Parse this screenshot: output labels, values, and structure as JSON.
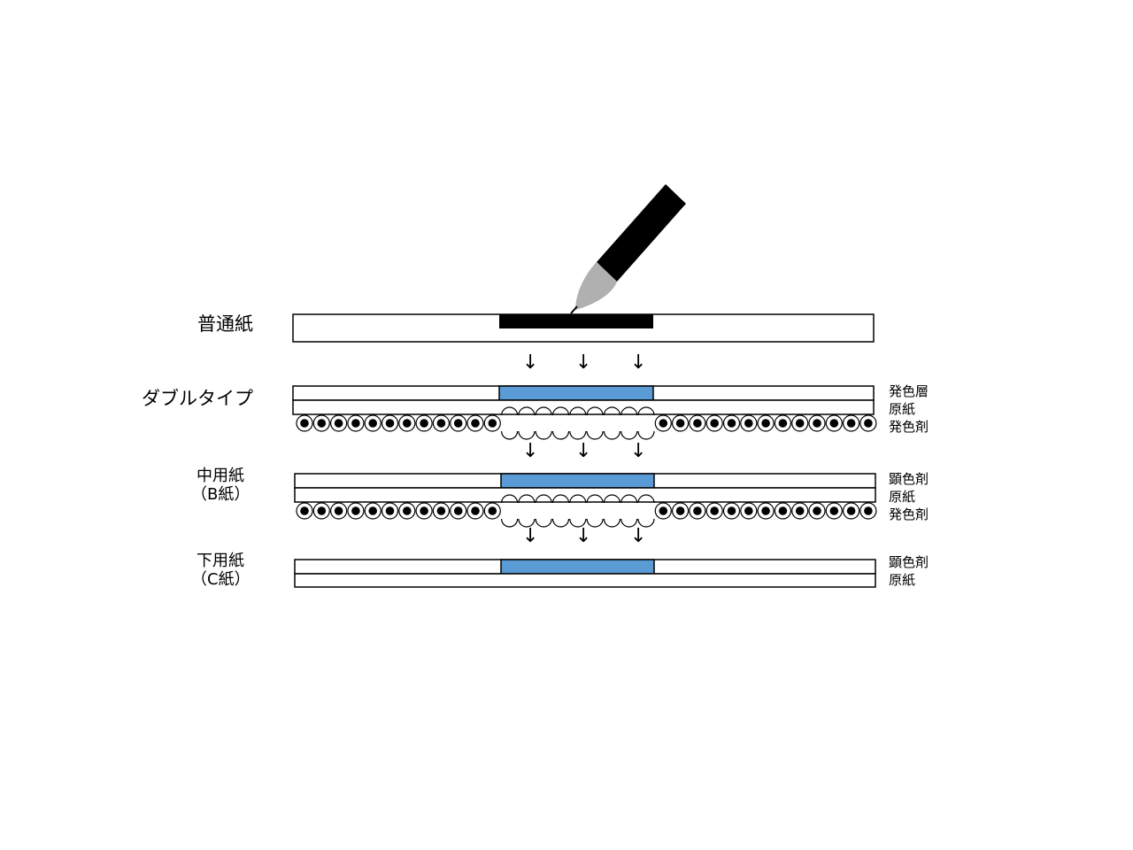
{
  "rows": [
    {
      "name": "plain-paper",
      "label": "普通紙"
    },
    {
      "name": "double-type",
      "label": "ダブルタイプ"
    },
    {
      "name": "middle-paper",
      "label_line1": "中用紙",
      "label_line2": "（B紙）"
    },
    {
      "name": "bottom-paper",
      "label_line1": "下用紙",
      "label_line2": "（C紙）"
    }
  ],
  "layer_labels": {
    "double_type": [
      "発色層",
      "原紙",
      "発色剤"
    ],
    "middle_paper": [
      "顕色剤",
      "原紙",
      "発色剤"
    ],
    "bottom_paper": [
      "顕色剤",
      "原紙"
    ]
  },
  "arrow_glyph": "↓",
  "colors": {
    "ink": "#000000",
    "color_layer": "#5b9bd5",
    "pen_tip": "#b0b0b0",
    "paper": "#ffffff"
  },
  "icons": [
    "pen-icon"
  ]
}
